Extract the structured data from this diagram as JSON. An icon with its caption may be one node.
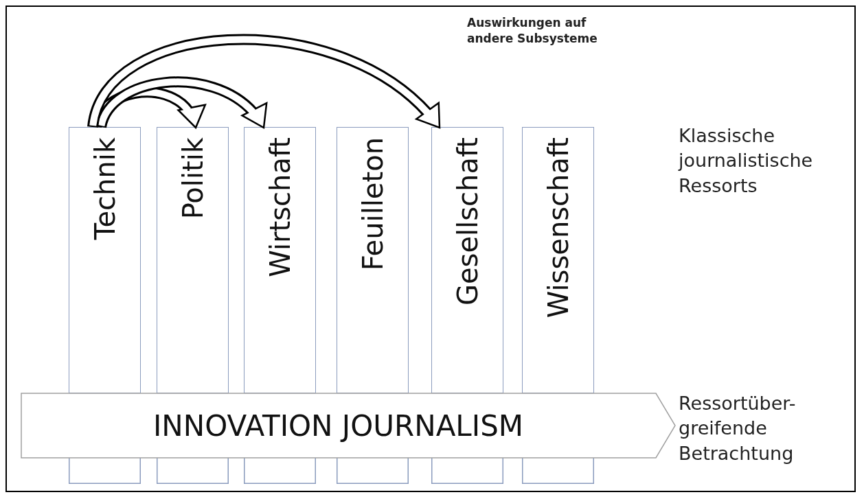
{
  "diagram": {
    "nodes": [
      {
        "text": [
          "Technik"
        ]
      },
      {
        "text": [
          "Politik"
        ]
      },
      {
        "text": [
          "Wirtschaft"
        ]
      },
      {
        "text": [
          "Feuilleton"
        ]
      },
      {
        "text": [
          "Gesellschaft"
        ]
      },
      {
        "text": [
          "Wissenschaft"
        ]
      },
      {
        "text": [
          "INNOVATION JOURNALISM"
        ]
      }
    ],
    "edges": [
      {
        "from": 0,
        "to": 1,
        "arrow": "to"
      },
      {
        "from": 0,
        "to": 2,
        "arrow": "to"
      },
      {
        "from": 0,
        "to": 4,
        "arrow": "to"
      }
    ],
    "labels": [
      "Auswirkungen auf andere Subsysteme",
      "Klassische journalistische Ressorts",
      "Ressortüber- greifende Betrachtung"
    ]
  }
}
